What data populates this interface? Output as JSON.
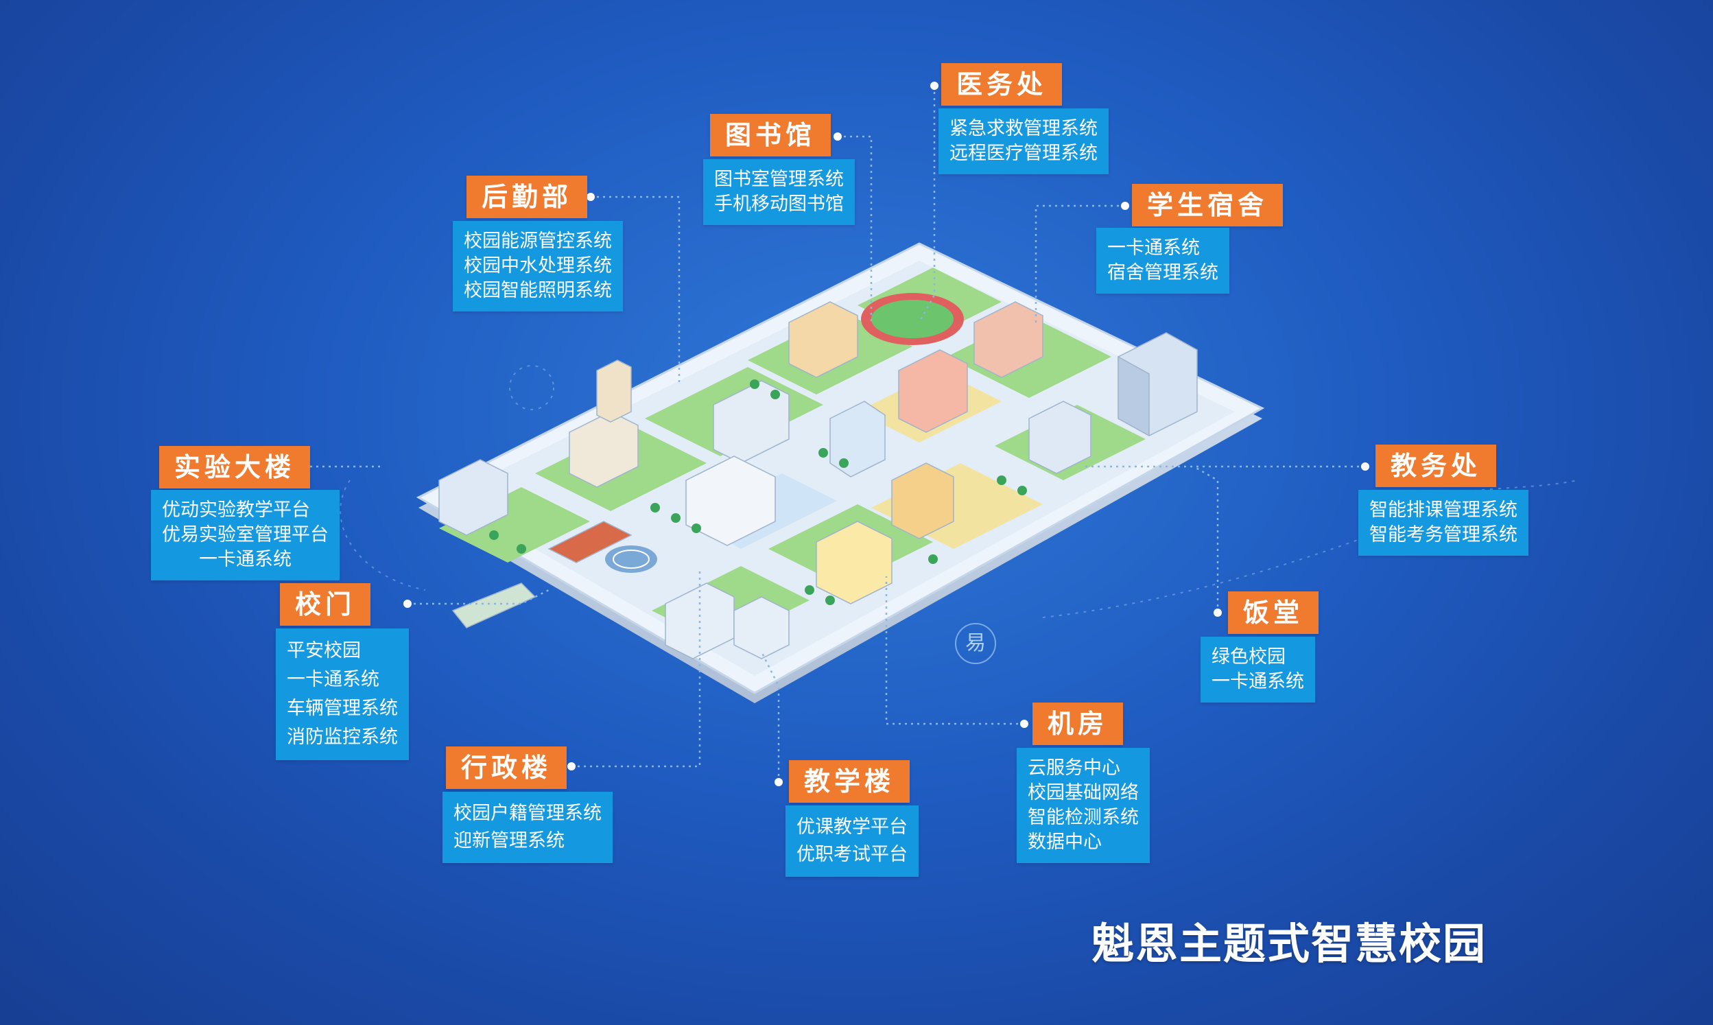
{
  "title": "魁恩主题式智慧校园",
  "badge": "易",
  "colors": {
    "tag_bg": "#f07a2e",
    "panel_bg": "#1499e0",
    "background": "#1f5bc0"
  },
  "annotations": [
    {
      "id": "medical",
      "tag": "医务处",
      "items": [
        "紧急求救管理系统",
        "远程医疗管理系统"
      ]
    },
    {
      "id": "library",
      "tag": "图书馆",
      "items": [
        "图书室管理系统",
        "手机移动图书馆"
      ]
    },
    {
      "id": "logistics",
      "tag": "后勤部",
      "items": [
        "校园能源管控系统",
        "校园中水处理系统",
        "校园智能照明系统"
      ]
    },
    {
      "id": "dormitory",
      "tag": "学生宿舍",
      "items": [
        "一卡通系统",
        "宿舍管理系统"
      ]
    },
    {
      "id": "lab",
      "tag": "实验大楼",
      "items": [
        "优动实验教学平台",
        "优易实验室管理平台",
        "一卡通系统"
      ]
    },
    {
      "id": "academic",
      "tag": "教务处",
      "items": [
        "智能排课管理系统",
        "智能考务管理系统"
      ]
    },
    {
      "id": "gate",
      "tag": "校门",
      "items": [
        "平安校园",
        "一卡通系统",
        "车辆管理系统",
        "消防监控系统"
      ]
    },
    {
      "id": "canteen",
      "tag": "饭堂",
      "items": [
        "绿色校园",
        "一卡通系统"
      ]
    },
    {
      "id": "server",
      "tag": "机房",
      "items": [
        "云服务中心",
        "校园基础网络",
        "智能检测系统",
        "数据中心"
      ]
    },
    {
      "id": "admin",
      "tag": "行政楼",
      "items": [
        "校园户籍管理系统",
        "迎新管理系统"
      ]
    },
    {
      "id": "teaching",
      "tag": "教学楼",
      "items": [
        "优课教学平台",
        "优职考试平台"
      ]
    }
  ]
}
